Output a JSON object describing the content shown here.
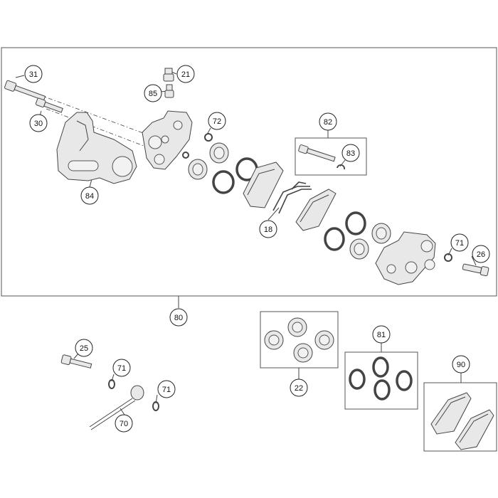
{
  "callouts": {
    "c31": "31",
    "c21": "21",
    "c85": "85",
    "c30": "30",
    "c72": "72",
    "c82": "82",
    "c83": "83",
    "c84": "84",
    "c18": "18",
    "c71a": "71",
    "c26": "26",
    "c80": "80",
    "c25": "25",
    "c71b": "71",
    "c71c": "71",
    "c70": "70",
    "c22": "22",
    "c81": "81",
    "c90": "90"
  }
}
